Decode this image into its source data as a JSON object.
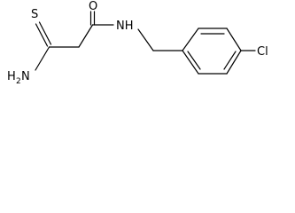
{
  "molecule": {
    "atoms": {
      "sulfur": "S",
      "oxygen": "O",
      "amide_nitrogen": "NH",
      "amine_nitrogen": "H",
      "amine_nitrogen_sub": "2",
      "amine_nitrogen_n": "N",
      "chlorine": "Cl"
    }
  },
  "colors": {
    "bond": "#000000",
    "background": "#ffffff"
  }
}
